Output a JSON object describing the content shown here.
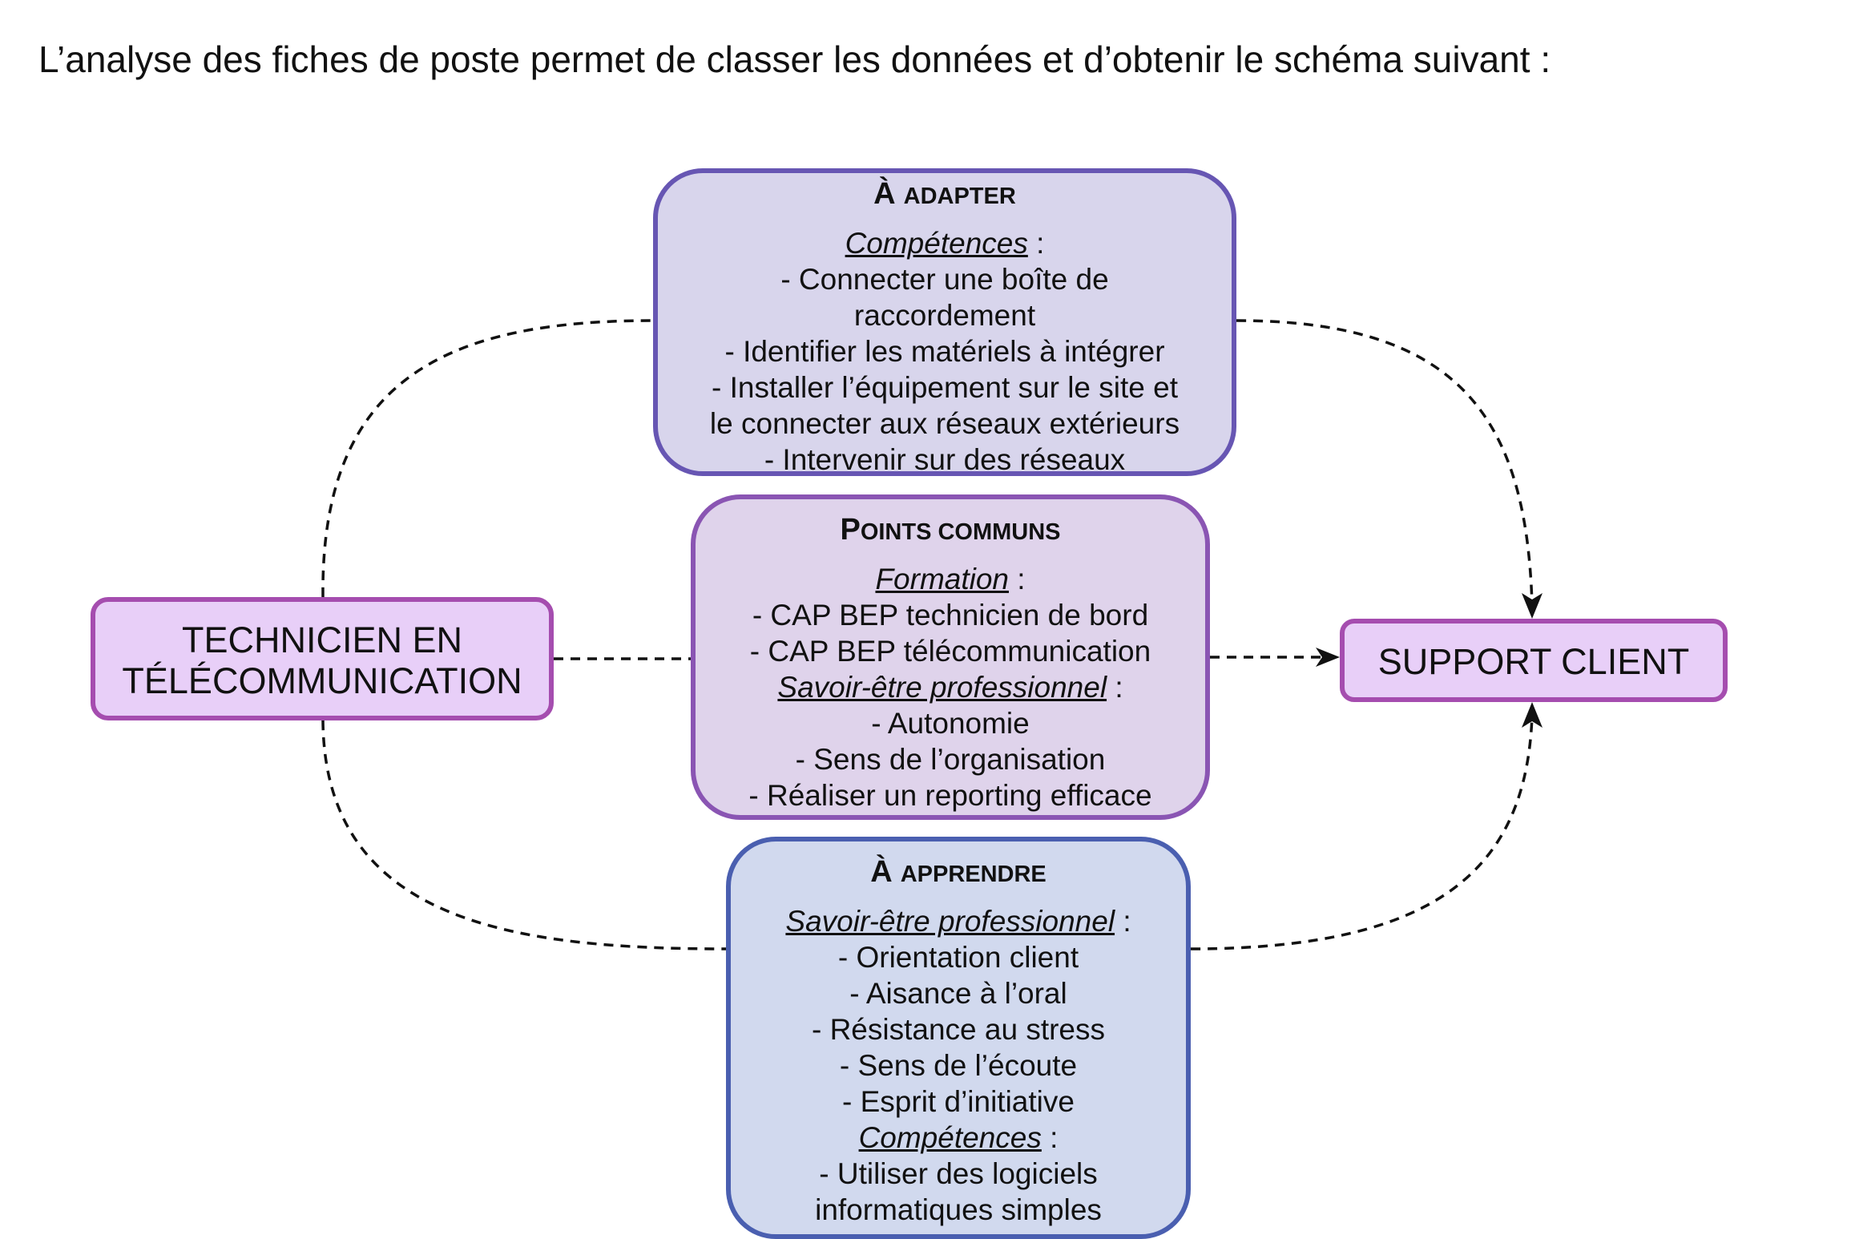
{
  "intro_text": "L’analyse des fiches de poste permet de classer les données et d’obtenir le schéma suivant :",
  "adapter": {
    "heading_initial": "À",
    "heading_rest": "ADAPTER",
    "competences_label": "Compétences",
    "competences_colon": ":",
    "lines": [
      "- Connecter une boîte de",
      "raccordement",
      "- Identifier les matériels à intégrer",
      "- Installer l’équipement sur le site et",
      "le connecter aux réseaux extérieurs",
      "- Intervenir sur des réseaux"
    ]
  },
  "communs": {
    "heading_initial": "P",
    "heading_rest": "OINTS COMMUNS",
    "formation_label": "Formation",
    "formation_colon": ":",
    "formation_lines": [
      "- CAP BEP technicien de bord",
      "- CAP BEP télécommunication"
    ],
    "savoir_label": "Savoir-être professionnel",
    "savoir_colon": ":",
    "savoir_lines": [
      "- Autonomie",
      "- Sens de l’organisation",
      "- Réaliser un reporting efficace"
    ]
  },
  "apprendre": {
    "heading_initial": "À",
    "heading_rest": "APPRENDRE",
    "savoir_label": "Savoir-être professionnel",
    "savoir_colon": ":",
    "savoir_lines": [
      "- Orientation client",
      "- Aisance à l’oral",
      "- Résistance au stress",
      "- Sens de l’écoute",
      "- Esprit d’initiative"
    ],
    "competences_label": "Compétences",
    "competences_colon": ":",
    "competences_lines": [
      "- Utiliser des logiciels",
      "informatiques simples"
    ]
  },
  "technicien": {
    "lines": [
      "TECHNICIEN EN",
      "TÉLÉCOMMUNICATION"
    ]
  },
  "support": {
    "label": "SUPPORT CLIENT"
  }
}
